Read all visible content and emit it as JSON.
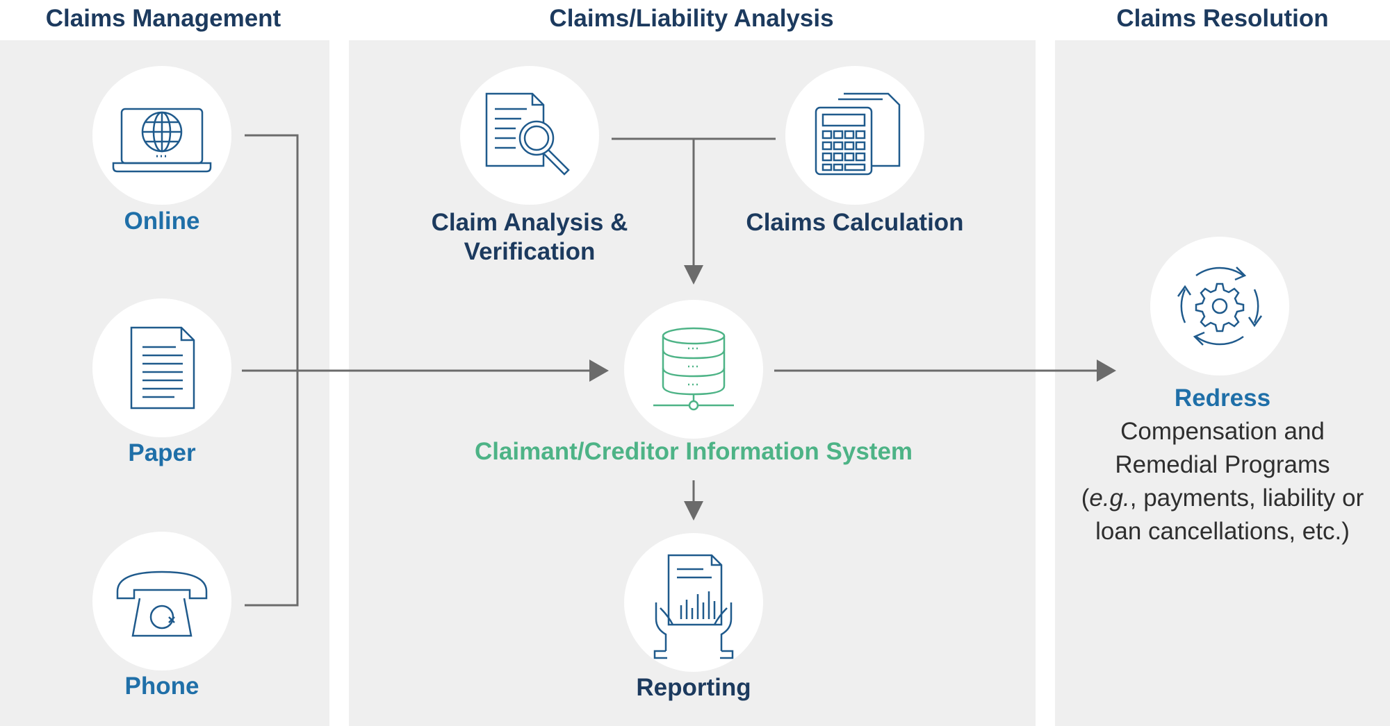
{
  "columns": {
    "management": "Claims Management",
    "analysis": "Claims/Liability Analysis",
    "resolution": "Claims Resolution"
  },
  "channels": {
    "online": "Online",
    "paper": "Paper",
    "phone": "Phone"
  },
  "analysis": {
    "claim_analysis_line1": "Claim Analysis &",
    "claim_analysis_line2": "Verification",
    "claims_calculation": "Claims Calculation",
    "info_system": "Claimant/Creditor Information System",
    "reporting": "Reporting"
  },
  "resolution": {
    "title": "Redress",
    "line1": "Compensation and",
    "line2": "Remedial Programs",
    "line3_prefix": "(",
    "line3_italic": "e.g.",
    "line3_rest": ", payments, liability or",
    "line4": "loan cancellations, etc.)"
  },
  "colors": {
    "icon_stroke": "#1f5a8c",
    "icon_green": "#4db386",
    "connector": "#6b6b6b",
    "panel": "#efefef",
    "label_blue": "#1f6fa8",
    "label_navy": "#1c3a5e",
    "label_green": "#4db386"
  }
}
